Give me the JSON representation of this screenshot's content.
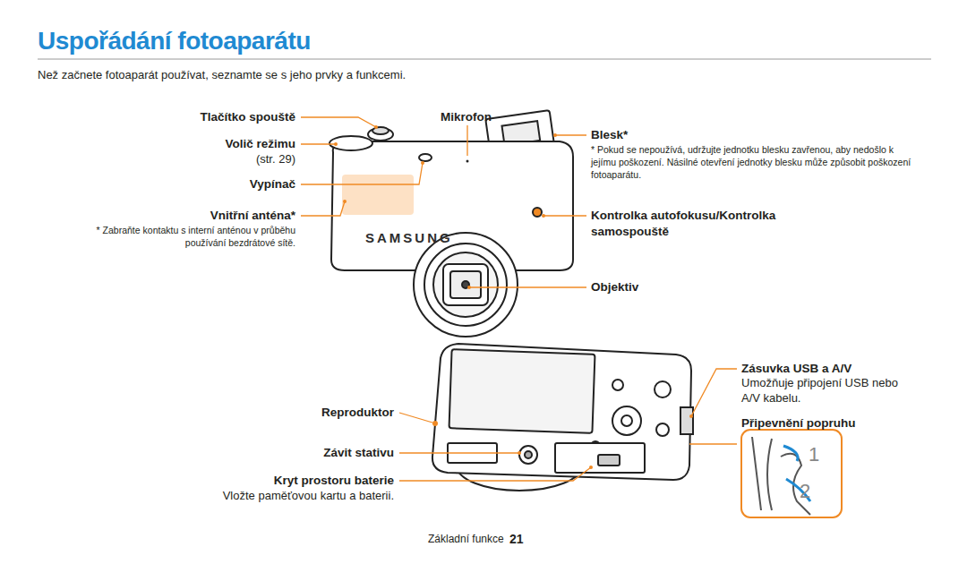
{
  "diagram": {
    "title": "Uspořádání fotoaparátu",
    "labels": [
      "Než začnete fotoaparát používat, seznamte se s jeho prvky a funkcemi.",
      "Tlačítko spouště",
      "Volič režimu",
      "(str. 29)",
      "Vypínač",
      "Vnitřní anténa*",
      "* Zabraňte kontaktu s interní anténou v průběhu používání bezdrátové sítě.",
      "Mikrofon",
      "Blesk*",
      "* Pokud se nepoužívá, udržujte jednotku blesku zavřenou, aby nedošlo k jejímu poškození. Násilné otevření jednotky blesku může způsobit poškození fotoaparátu.",
      "Kontrolka autofokusu/Kontrolka samospouště",
      "SAMSUNG",
      "Objektiv",
      "Zásuvka USB a A/V",
      "Umožňuje připojení USB nebo A/V kabelu.",
      "Reproduktor",
      "Připevnění popruhu",
      "Závit stativu",
      "Kryt prostoru baterie",
      "Vložte paměťovou kartu a baterii.",
      "1",
      "2",
      "Základní funkce",
      "21"
    ]
  }
}
